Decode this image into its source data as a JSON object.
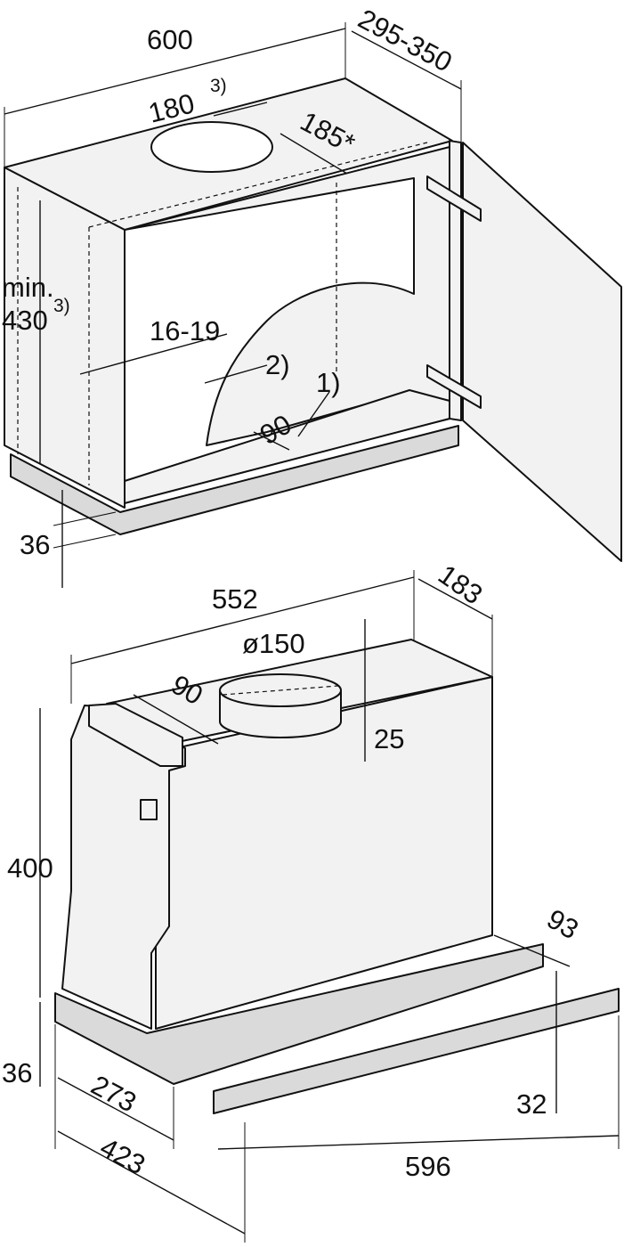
{
  "cabinet_dimensions": {
    "width": "600",
    "depth": "295-350",
    "cutout_width": "180",
    "cutout_width_note": "3)",
    "cutout_depth": "185*",
    "min_height_prefix": "min.",
    "min_height": "430",
    "min_height_note": "3)",
    "panel_thickness": "16-19",
    "callout_2": "2)",
    "callout_1": "1)",
    "shelf_offset": "90",
    "base_height": "36"
  },
  "hood_dimensions": {
    "body_width": "552",
    "body_depth": "183",
    "duct_diameter": "ø150",
    "duct_offset": "90",
    "duct_height": "25",
    "body_height": "400",
    "visor_depth": "93",
    "base_height": "36",
    "depth_273": "273",
    "strip_height": "32",
    "total_depth": "423",
    "total_width": "596"
  },
  "colors": {
    "outline": "#111111",
    "fill": "#f2f2f2",
    "shelf": "#dadada"
  }
}
